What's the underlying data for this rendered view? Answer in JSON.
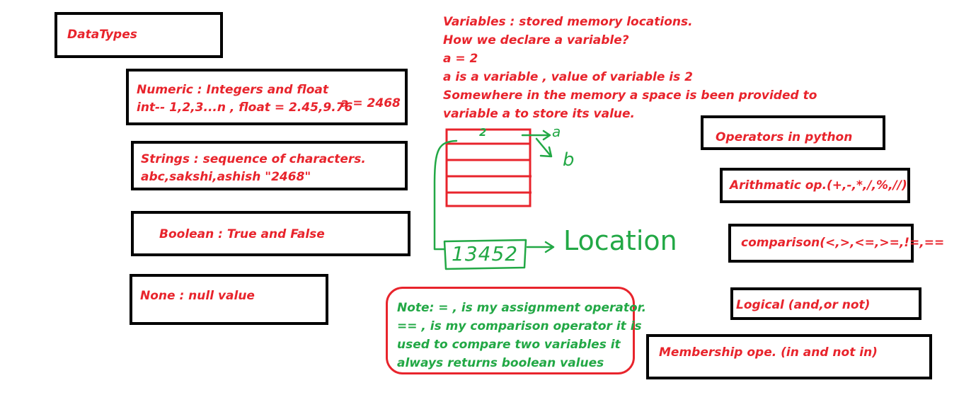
{
  "datatypes": {
    "title": "DataTypes",
    "numeric_line1": "Numeric : Integers and float",
    "numeric_line2": "int-- 1,2,3...n , float  = 2.45,9.76",
    "numeric_example": "a = 2468",
    "strings_line1": "Strings : sequence of characters.",
    "strings_line2": "abc,sakshi,ashish   \"2468\"",
    "boolean": "Boolean : True and False",
    "none": "None : null value"
  },
  "variables": {
    "line1": "Variables : stored memory locations.",
    "line2": "How we declare a variable?",
    "line3": "a = 2",
    "line4": "a is a variable , value of variable is 2",
    "line5": "Somewhere in the memory a space is been provided to",
    "line6": "variable a to store its value."
  },
  "sketch": {
    "address": "13452",
    "location": "Location",
    "cell_value": "2",
    "var_a": "a",
    "var_b": "b"
  },
  "operators": {
    "title": "Operators in python",
    "arithmetic": "Arithmatic op.(+,-,*,/,%,//)",
    "comparison": "comparison(<,>,<=,>=,!=,==",
    "logical": "Logical (and,or not)",
    "membership": "Membership ope. (in and not in)"
  },
  "note": {
    "line1": "Note: = , is my assignment operator.",
    "line2": "== , is my comparison operator it is",
    "line3": "used to compare two variables it",
    "line4": "always returns boolean values"
  },
  "colors": {
    "text_red": "#e8242c",
    "text_green": "#22a845",
    "box_border": "#000000"
  }
}
